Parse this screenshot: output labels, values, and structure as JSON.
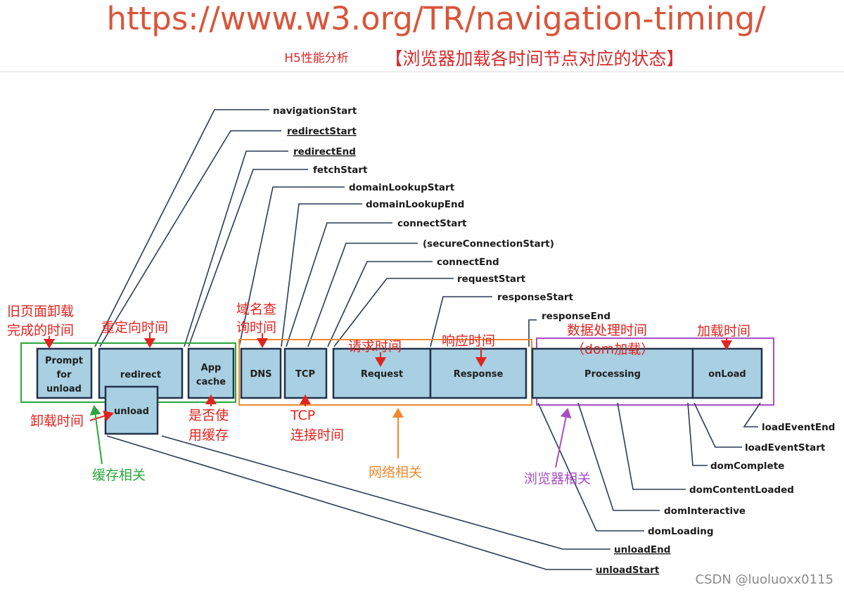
{
  "header": {
    "url": "https://www.w3.org/TR/navigation-timing/",
    "subtitle_prefix": "H5性能分析",
    "subtitle_main": "【浏览器加载各时间节点对应的状态】"
  },
  "phases": {
    "prompt_unload": [
      "Prompt",
      "for",
      "unload"
    ],
    "redirect": "redirect",
    "unload": "unload",
    "app_cache": [
      "App",
      "cache"
    ],
    "dns": "DNS",
    "tcp": "TCP",
    "request": "Request",
    "response": "Response",
    "processing": "Processing",
    "onload": "onLoad"
  },
  "events_top": {
    "navigationStart": "navigationStart",
    "redirectStart": "redirectStart",
    "redirectEnd": "redirectEnd",
    "fetchStart": "fetchStart",
    "domainLookupStart": "domainLookupStart",
    "domainLookupEnd": "domainLookupEnd",
    "connectStart": "connectStart",
    "secureConnectionStart": "(secureConnectionStart)",
    "connectEnd": "connectEnd",
    "requestStart": "requestStart",
    "responseStart": "responseStart",
    "responseEnd": "responseEnd"
  },
  "events_bottom": {
    "loadEventEnd": "loadEventEnd",
    "loadEventStart": "loadEventStart",
    "domComplete": "domComplete",
    "domContentLoaded": "domContentLoaded",
    "domInteractive": "domInteractive",
    "domLoading": "domLoading",
    "unloadEnd": "unloadEnd",
    "unloadStart": "unloadStart"
  },
  "annotations": {
    "old_page_unload": [
      "旧页面卸载",
      "完成的时间"
    ],
    "redirect_time": "重定向时间",
    "dns_time": [
      "域名查",
      "询时间"
    ],
    "request_time": "请求时间",
    "response_time": "响应时间",
    "processing_time": [
      "数据处理时间",
      "（dom加载）"
    ],
    "onload_time": "加载时间",
    "unload_time": "卸载时间",
    "use_cache": [
      "是否使",
      "用缓存"
    ],
    "tcp_time": [
      "TCP",
      "连接时间"
    ],
    "cache_related": "缓存相关",
    "network_related": "网络相关",
    "browser_related": "浏览器相关"
  },
  "watermark": "CSDN @luoluoxx0115",
  "colors": {
    "box_fill": "#a8cfe2",
    "box_stroke": "#22334a",
    "annotation_red": "#e0241f",
    "cache_group": "#2aa63a",
    "network_group": "#f08a2c",
    "browser_group": "#a64fc4",
    "url_color": "#d9553a"
  }
}
